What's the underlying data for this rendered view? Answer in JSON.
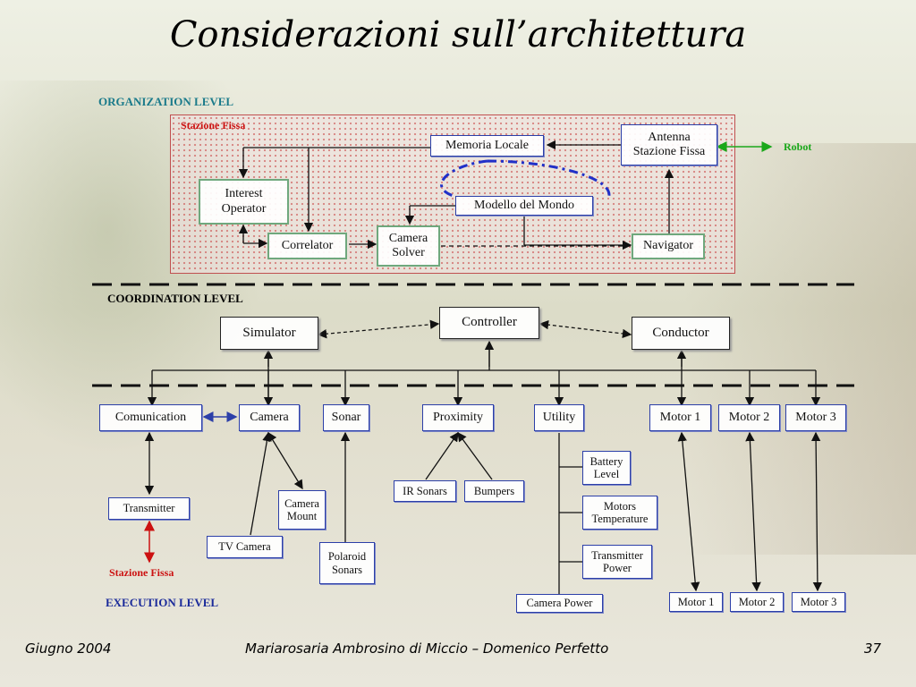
{
  "slide": {
    "title": "Considerazioni sull’architettura",
    "footer_date": "Giugno 2004",
    "footer_authors": "Mariarosaria Ambrosino di Miccio – Domenico Perfetto",
    "page_number": "37"
  },
  "levels": {
    "organization": "ORGANIZATION LEVEL",
    "coordination": "COORDINATION LEVEL",
    "execution": "EXECUTION LEVEL"
  },
  "organization": {
    "panel_label": "Stazione Fissa",
    "memoria_locale": "Memoria Locale",
    "antenna": "Antenna\nStazione Fissa",
    "robot": "Robot",
    "interest_operator": "Interest\nOperator",
    "modello_mondo": "Modello del Mondo",
    "correlator": "Correlator",
    "camera_solver": "Camera\nSolver",
    "navigator": "Navigator"
  },
  "coordination": {
    "simulator": "Simulator",
    "controller": "Controller",
    "conductor": "Conductor"
  },
  "execution": {
    "comunication": "Comunication",
    "camera": "Camera",
    "sonar": "Sonar",
    "proximity": "Proximity",
    "utility": "Utility",
    "motor1": "Motor 1",
    "motor2": "Motor 2",
    "motor3": "Motor 3",
    "transmitter": "Transmitter",
    "stazione_fissa": "Stazione Fissa",
    "camera_mount": "Camera\nMount",
    "tv_camera": "TV Camera",
    "polaroid_sonars": "Polaroid\nSonars",
    "ir_sonars": "IR Sonars",
    "bumpers": "Bumpers",
    "battery_level": "Battery\nLevel",
    "motors_temperature": "Motors\nTemperature",
    "transmitter_power": "Transmitter\nPower",
    "camera_power": "Camera Power",
    "motor1_low": "Motor 1",
    "motor2_low": "Motor 2",
    "motor3_low": "Motor 3"
  },
  "colors": {
    "level_label": "#1a7a8a",
    "coordination_label": "#000000",
    "execution_label": "#1a2a9a",
    "red": "#cc1111",
    "robot_green": "#1aa81a"
  }
}
